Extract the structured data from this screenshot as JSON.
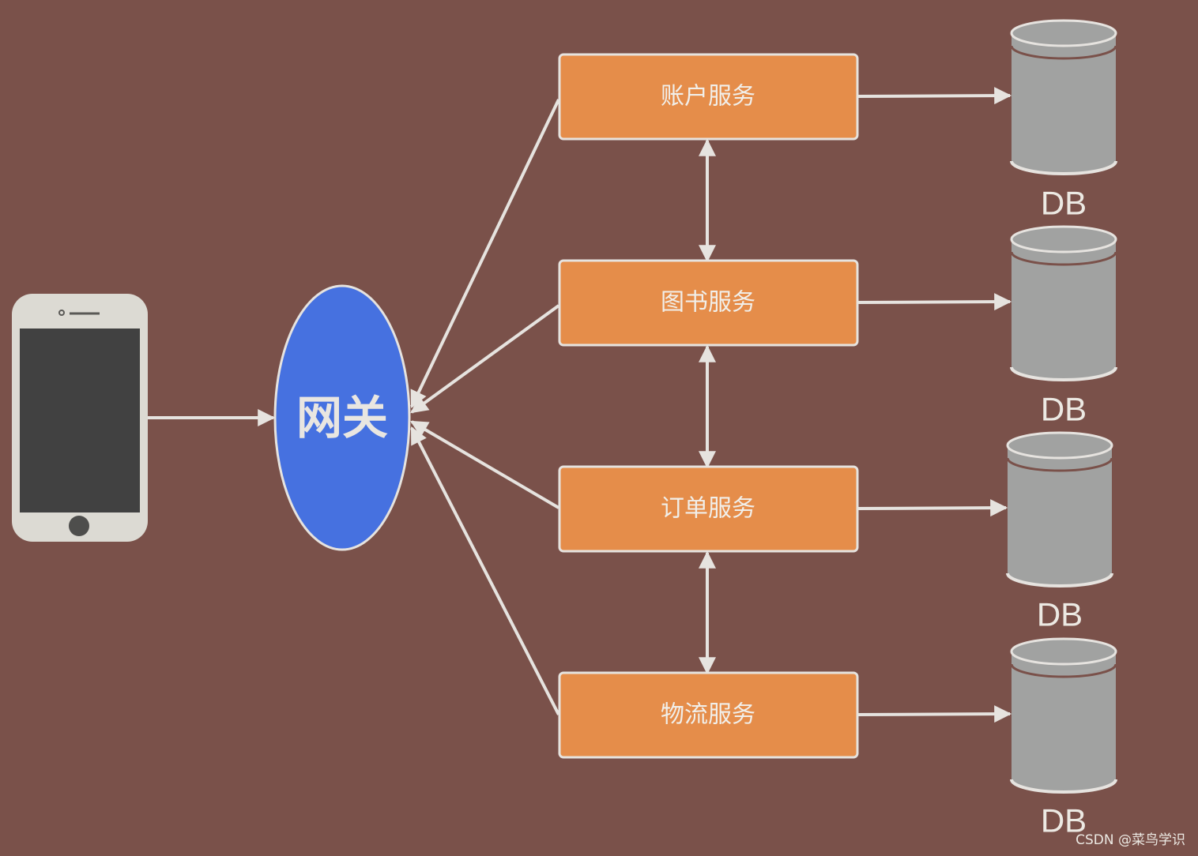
{
  "gateway": {
    "label": "网关"
  },
  "client": {
    "icon": "smartphone-icon"
  },
  "services": [
    {
      "label": "账户服务"
    },
    {
      "label": "图书服务"
    },
    {
      "label": "订单服务"
    },
    {
      "label": "物流服务"
    }
  ],
  "databases": [
    {
      "label": "DB"
    },
    {
      "label": "DB"
    },
    {
      "label": "DB"
    },
    {
      "label": "DB"
    }
  ],
  "watermark": "CSDN @菜鸟学识",
  "colors": {
    "background": "#7a514a",
    "service_fill": "#e58d4a",
    "gateway_fill": "#4671e0",
    "database_fill": "#a1a2a1",
    "edge": "#e6e3df",
    "phone_body": "#dcdad3",
    "phone_screen": "#414141"
  }
}
